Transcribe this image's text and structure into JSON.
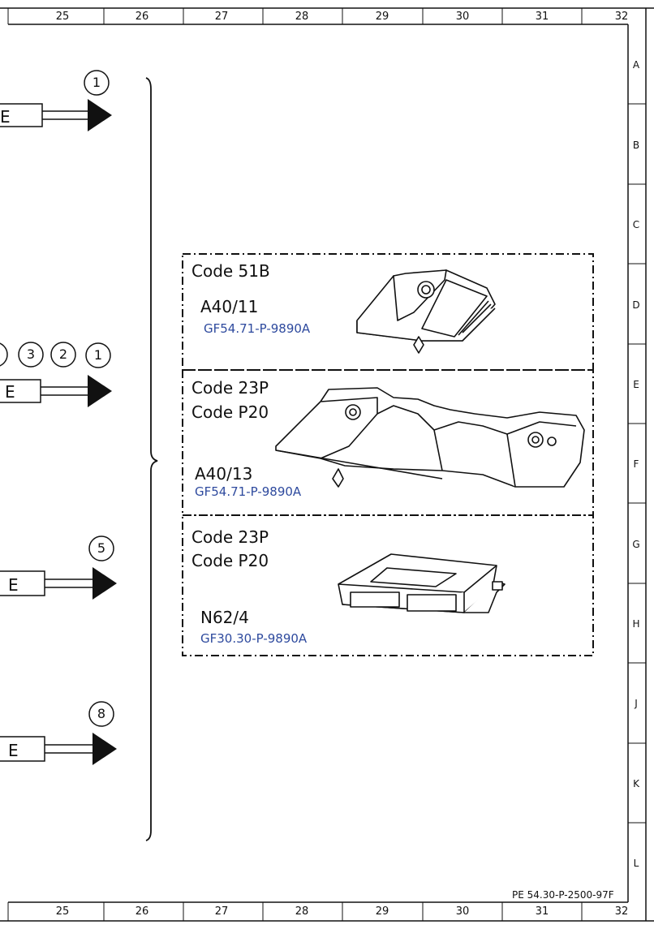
{
  "columns": [
    "25",
    "26",
    "27",
    "28",
    "29",
    "30",
    "31",
    "32"
  ],
  "rows": [
    "A",
    "B",
    "C",
    "D",
    "E",
    "F",
    "G",
    "H",
    "J",
    "K",
    "L"
  ],
  "connectors": [
    {
      "letter": "E",
      "circles": [
        "1"
      ]
    },
    {
      "letter": "E",
      "circles": [
        "3",
        "2",
        "1"
      ]
    },
    {
      "letter": "E",
      "circles": [
        "5"
      ]
    },
    {
      "letter": "E",
      "circles": [
        "8"
      ]
    }
  ],
  "panels": [
    {
      "codes": [
        "Code 51B"
      ],
      "component": "A40/11",
      "ref": "GF54.71-P-9890A",
      "picture": "control-panel-unit-icon"
    },
    {
      "codes": [
        "Code 23P",
        "Code P20"
      ],
      "component": "A40/13",
      "ref": "GF54.71-P-9890A",
      "picture": "dual-control-panel-icon"
    },
    {
      "codes": [
        "Code 23P",
        "Code P20"
      ],
      "component": "N62/4",
      "ref": "GF30.30-P-9890A",
      "picture": "control-module-icon"
    }
  ],
  "document_ref": "PE 54.30-P-2500-97F"
}
